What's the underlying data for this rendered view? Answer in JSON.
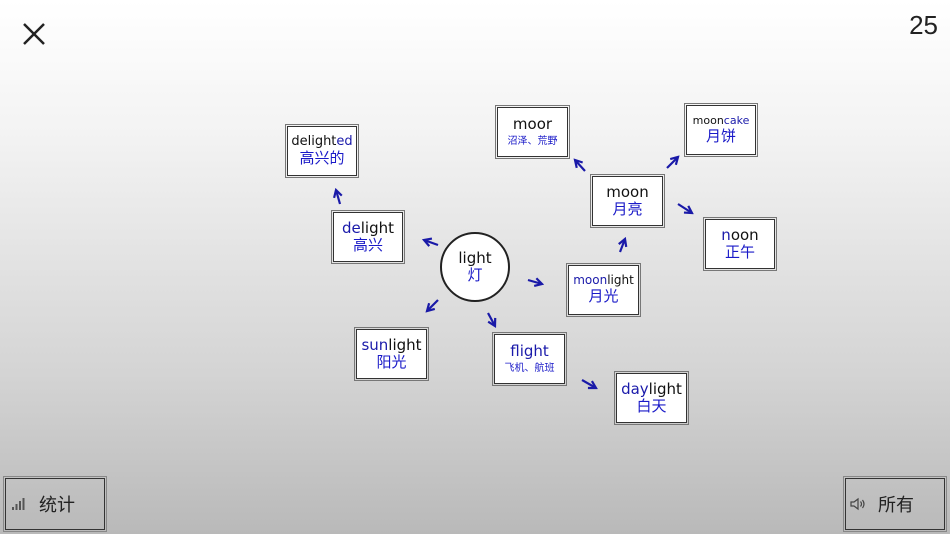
{
  "counter": "25",
  "center": {
    "word": "light",
    "meaning": "灯"
  },
  "nodes": {
    "delighted": {
      "base": "delight",
      "suffix": "ed",
      "meaning": "高兴的"
    },
    "delight": {
      "prefix": "de",
      "base": "light",
      "meaning": "高兴"
    },
    "sunlight": {
      "prefix": "sun",
      "base": "light",
      "meaning": "阳光"
    },
    "flight": {
      "prefix": "f",
      "base": "light",
      "meaning": "飞机、航班"
    },
    "daylight": {
      "prefix": "day",
      "base": "light",
      "meaning": "白天"
    },
    "moonlight": {
      "prefix": "moon",
      "base": "light",
      "meaning": "月光"
    },
    "moon": {
      "word": "moon",
      "meaning": "月亮"
    },
    "moor": {
      "word": "moor",
      "meaning": "沼泽、荒野"
    },
    "mooncake": {
      "base": "moon",
      "suffix": "cake",
      "meaning": "月饼"
    },
    "noon": {
      "prefix": "n",
      "base": "oon",
      "meaning": "正午"
    }
  },
  "buttons": {
    "stats_label": "统计",
    "all_label": "所有"
  },
  "icons": {
    "close": "close-icon",
    "stats": "bar-chart-icon",
    "sound": "speaker-icon"
  },
  "colors": {
    "accent": "#1a1ac8",
    "arrow": "#1a1aa8"
  }
}
